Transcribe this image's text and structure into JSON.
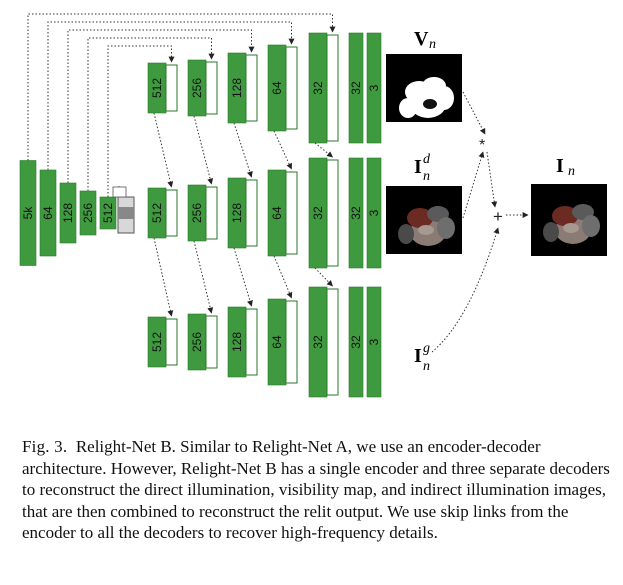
{
  "figure": {
    "encoder_blocks": [
      "5k",
      "64",
      "128",
      "256",
      "512"
    ],
    "decoder_blocks": [
      "512",
      "256",
      "128",
      "64",
      "32",
      "32",
      "3"
    ],
    "output_labels": {
      "visibility": {
        "base": "V",
        "sub": "n",
        "sup": ""
      },
      "direct": {
        "base": "I",
        "sub": "n",
        "sup": "d"
      },
      "indirect": {
        "base": "I",
        "sub": "n",
        "sup": "g"
      },
      "relit": {
        "base": "I",
        "sub": "n",
        "sup": ""
      }
    },
    "operators": {
      "multiply": "*",
      "add": "+"
    },
    "colors": {
      "block": "#3f9a3f",
      "block_edge": "#2a7a2a",
      "skip_line": "#333333",
      "image_bg": "#000000"
    }
  },
  "caption": {
    "label": "Fig. 3.",
    "text": "Relight-Net B. Similar to Relight-Net A, we use an encoder-decoder architecture. However, Relight-Net B has a single encoder and three separate decoders to reconstruct the direct illumination, visibility map, and indirect illumination images, that are then combined to reconstruct the relit output. We use skip links from the encoder to all the decoders to recover high-frequency details."
  }
}
